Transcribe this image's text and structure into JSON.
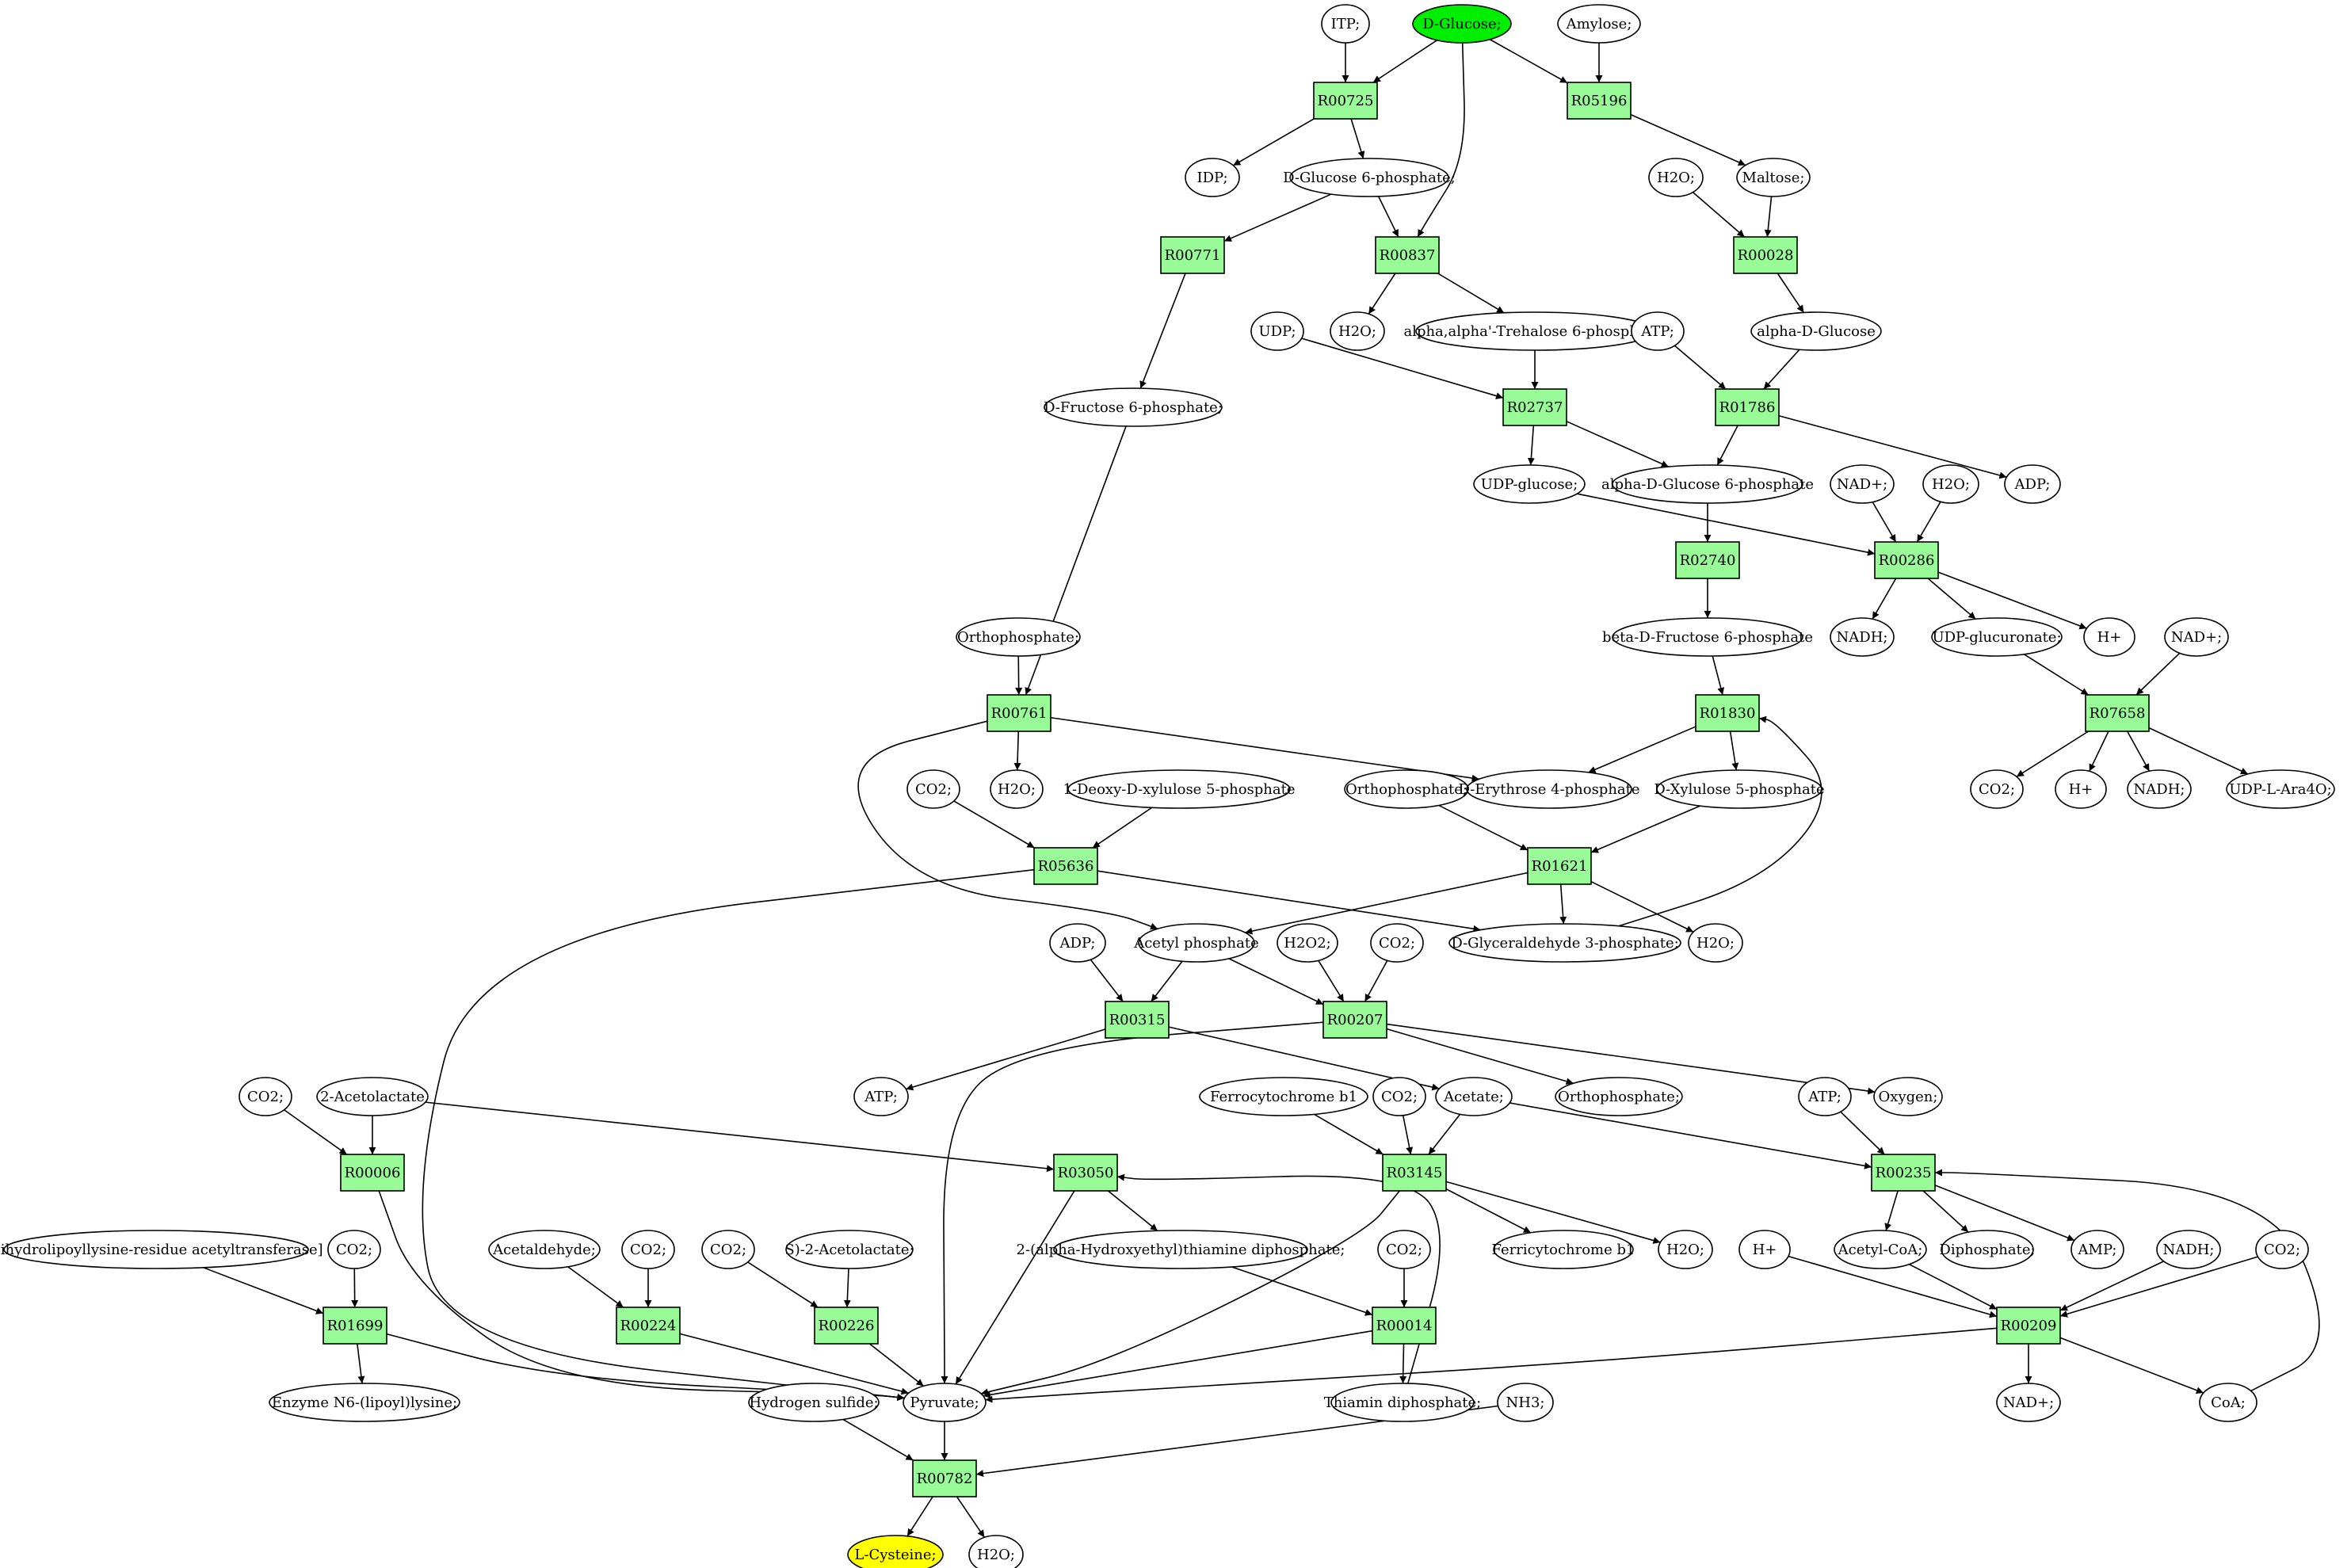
{
  "nodes": [
    {
      "id": "itp",
      "kind": "compound",
      "label": "ITP;"
    },
    {
      "id": "dglucose",
      "kind": "compound",
      "label": "D-Glucose;",
      "highlight": "#00ee00"
    },
    {
      "id": "amylose",
      "kind": "compound",
      "label": "Amylose;"
    },
    {
      "id": "R00725",
      "kind": "reaction",
      "label": "R00725"
    },
    {
      "id": "R05196",
      "kind": "reaction",
      "label": "R05196"
    },
    {
      "id": "idp",
      "kind": "compound",
      "label": "IDP;"
    },
    {
      "id": "g6p",
      "kind": "compound",
      "label": "D-Glucose 6-phosphate;"
    },
    {
      "id": "h2o_a",
      "kind": "compound",
      "label": "H2O;"
    },
    {
      "id": "maltose",
      "kind": "compound",
      "label": "Maltose;"
    },
    {
      "id": "R00771",
      "kind": "reaction",
      "label": "R00771"
    },
    {
      "id": "R00837",
      "kind": "reaction",
      "label": "R00837"
    },
    {
      "id": "R00028",
      "kind": "reaction",
      "label": "R00028"
    },
    {
      "id": "udp",
      "kind": "compound",
      "label": "UDP;"
    },
    {
      "id": "h2o_b",
      "kind": "compound",
      "label": "H2O;"
    },
    {
      "id": "trehalose6p",
      "kind": "compound",
      "label": "alpha,alpha'-Trehalose 6-phosphate;"
    },
    {
      "id": "atp_a",
      "kind": "compound",
      "label": "ATP;"
    },
    {
      "id": "aglucose",
      "kind": "compound",
      "label": "alpha-D-Glucose"
    },
    {
      "id": "f6p",
      "kind": "compound",
      "label": "D-Fructose 6-phosphate;"
    },
    {
      "id": "R02737",
      "kind": "reaction",
      "label": "R02737"
    },
    {
      "id": "R01786",
      "kind": "reaction",
      "label": "R01786"
    },
    {
      "id": "udpglucose",
      "kind": "compound",
      "label": "UDP-glucose;"
    },
    {
      "id": "ag6p",
      "kind": "compound",
      "label": "alpha-D-Glucose 6-phosphate"
    },
    {
      "id": "nad_a",
      "kind": "compound",
      "label": "NAD+;"
    },
    {
      "id": "h2o_c",
      "kind": "compound",
      "label": "H2O;"
    },
    {
      "id": "adp_a",
      "kind": "compound",
      "label": "ADP;"
    },
    {
      "id": "R02740",
      "kind": "reaction",
      "label": "R02740"
    },
    {
      "id": "R00286",
      "kind": "reaction",
      "label": "R00286"
    },
    {
      "id": "orthophosphate_a",
      "kind": "compound",
      "label": "Orthophosphate;"
    },
    {
      "id": "bf6p",
      "kind": "compound",
      "label": "beta-D-Fructose 6-phosphate"
    },
    {
      "id": "nadh_a",
      "kind": "compound",
      "label": "NADH;"
    },
    {
      "id": "udpglucuronate",
      "kind": "compound",
      "label": "UDP-glucuronate;"
    },
    {
      "id": "hplus_a",
      "kind": "compound",
      "label": "H+"
    },
    {
      "id": "nad_b",
      "kind": "compound",
      "label": "NAD+;"
    },
    {
      "id": "R00761",
      "kind": "reaction",
      "label": "R00761"
    },
    {
      "id": "R01830",
      "kind": "reaction",
      "label": "R01830"
    },
    {
      "id": "R07658",
      "kind": "reaction",
      "label": "R07658"
    },
    {
      "id": "co2_a",
      "kind": "compound",
      "label": "CO2;"
    },
    {
      "id": "h2o_d",
      "kind": "compound",
      "label": "H2O;"
    },
    {
      "id": "dxylulose5p_deoxy",
      "kind": "compound",
      "label": "1-Deoxy-D-xylulose 5-phosphate"
    },
    {
      "id": "orthophosphate_b",
      "kind": "compound",
      "label": "Orthophosphate;"
    },
    {
      "id": "erythrose4p",
      "kind": "compound",
      "label": "D-Erythrose 4-phosphate"
    },
    {
      "id": "xylulose5p",
      "kind": "compound",
      "label": "D-Xylulose 5-phosphate"
    },
    {
      "id": "co2_b",
      "kind": "compound",
      "label": "CO2;"
    },
    {
      "id": "hplus_b",
      "kind": "compound",
      "label": "H+"
    },
    {
      "id": "nadh_b",
      "kind": "compound",
      "label": "NADH;"
    },
    {
      "id": "udpara",
      "kind": "compound",
      "label": "UDP-L-Ara4O;"
    },
    {
      "id": "R05636",
      "kind": "reaction",
      "label": "R05636"
    },
    {
      "id": "R01621",
      "kind": "reaction",
      "label": "R01621"
    },
    {
      "id": "adp_b",
      "kind": "compound",
      "label": "ADP;"
    },
    {
      "id": "acetylp",
      "kind": "compound",
      "label": "Acetyl phosphate"
    },
    {
      "id": "h2o2",
      "kind": "compound",
      "label": "H2O2;"
    },
    {
      "id": "co2_c",
      "kind": "compound",
      "label": "CO2;"
    },
    {
      "id": "gap",
      "kind": "compound",
      "label": "D-Glyceraldehyde 3-phosphate;"
    },
    {
      "id": "h2o_e",
      "kind": "compound",
      "label": "H2O;"
    },
    {
      "id": "R00315",
      "kind": "reaction",
      "label": "R00315"
    },
    {
      "id": "R00207",
      "kind": "reaction",
      "label": "R00207"
    },
    {
      "id": "atp_b",
      "kind": "compound",
      "label": "ATP;"
    },
    {
      "id": "acetate",
      "kind": "compound",
      "label": "Acetate;"
    },
    {
      "id": "orthophosphate_c",
      "kind": "compound",
      "label": "Orthophosphate;"
    },
    {
      "id": "oxygen",
      "kind": "compound",
      "label": "Oxygen;"
    },
    {
      "id": "co2_d",
      "kind": "compound",
      "label": "CO2;"
    },
    {
      "id": "acetolactate2",
      "kind": "compound",
      "label": "2-Acetolactate"
    },
    {
      "id": "ferrocyt",
      "kind": "compound",
      "label": "Ferrocytochrome b1"
    },
    {
      "id": "co2_e",
      "kind": "compound",
      "label": "CO2;"
    },
    {
      "id": "atp_c",
      "kind": "compound",
      "label": "ATP;"
    },
    {
      "id": "R00006",
      "kind": "reaction",
      "label": "R00006"
    },
    {
      "id": "R03050",
      "kind": "reaction",
      "label": "R03050"
    },
    {
      "id": "R03145",
      "kind": "reaction",
      "label": "R03145"
    },
    {
      "id": "R00235",
      "kind": "reaction",
      "label": "R00235"
    },
    {
      "id": "dihydrolipoyl",
      "kind": "compound",
      "label": "Dihydrolipoyllysine-residue acetyltransferase]"
    },
    {
      "id": "co2_f",
      "kind": "compound",
      "label": "CO2;"
    },
    {
      "id": "acetaldehyde",
      "kind": "compound",
      "label": "Acetaldehyde;"
    },
    {
      "id": "co2_g",
      "kind": "compound",
      "label": "CO2;"
    },
    {
      "id": "co2_h",
      "kind": "compound",
      "label": "CO2;"
    },
    {
      "id": "sacetolactate",
      "kind": "compound",
      "label": "S)-2-Acetolactate;"
    },
    {
      "id": "hetpp",
      "kind": "compound",
      "label": "2-(alpha-Hydroxyethyl)thiamine diphosphate;"
    },
    {
      "id": "co2_i",
      "kind": "compound",
      "label": "CO2;"
    },
    {
      "id": "ferricyt",
      "kind": "compound",
      "label": "Ferricytochrome b1"
    },
    {
      "id": "h2o_f",
      "kind": "compound",
      "label": "H2O;"
    },
    {
      "id": "hplus_c",
      "kind": "compound",
      "label": "H+"
    },
    {
      "id": "acetylcoa",
      "kind": "compound",
      "label": "Acetyl-CoA;"
    },
    {
      "id": "diphosphate",
      "kind": "compound",
      "label": "Diphosphate;"
    },
    {
      "id": "amp",
      "kind": "compound",
      "label": "AMP;"
    },
    {
      "id": "nadh_c",
      "kind": "compound",
      "label": "NADH;"
    },
    {
      "id": "co2_j",
      "kind": "compound",
      "label": "CO2;"
    },
    {
      "id": "R01699",
      "kind": "reaction",
      "label": "R01699"
    },
    {
      "id": "R00224",
      "kind": "reaction",
      "label": "R00224"
    },
    {
      "id": "R00226",
      "kind": "reaction",
      "label": "R00226"
    },
    {
      "id": "R00014",
      "kind": "reaction",
      "label": "R00014"
    },
    {
      "id": "R00209",
      "kind": "reaction",
      "label": "R00209"
    },
    {
      "id": "lipoyllysine",
      "kind": "compound",
      "label": "Enzyme N6-(lipoyl)lysine;"
    },
    {
      "id": "hsulfide",
      "kind": "compound",
      "label": "Hydrogen sulfide;"
    },
    {
      "id": "pyruvate",
      "kind": "compound",
      "label": "Pyruvate;"
    },
    {
      "id": "thiamin",
      "kind": "compound",
      "label": "Thiamin diphosphate;"
    },
    {
      "id": "nh3",
      "kind": "compound",
      "label": "NH3;"
    },
    {
      "id": "nad_c",
      "kind": "compound",
      "label": "NAD+;"
    },
    {
      "id": "coa",
      "kind": "compound",
      "label": "CoA;"
    },
    {
      "id": "R00782",
      "kind": "reaction",
      "label": "R00782"
    },
    {
      "id": "lcysteine",
      "kind": "compound",
      "label": "L-Cysteine;",
      "highlight": "#ffff00"
    },
    {
      "id": "h2o_g",
      "kind": "compound",
      "label": "H2O;"
    }
  ],
  "edges": [
    [
      "itp",
      "R00725"
    ],
    [
      "dglucose",
      "R00725"
    ],
    [
      "dglucose",
      "R05196"
    ],
    [
      "amylose",
      "R05196"
    ],
    [
      "dglucose",
      "R00837"
    ],
    [
      "R00725",
      "idp"
    ],
    [
      "R00725",
      "g6p"
    ],
    [
      "R05196",
      "maltose"
    ],
    [
      "g6p",
      "R00771"
    ],
    [
      "g6p",
      "R00837"
    ],
    [
      "h2o_a",
      "R00028"
    ],
    [
      "maltose",
      "R00028"
    ],
    [
      "R00837",
      "h2o_b"
    ],
    [
      "R00837",
      "trehalose6p"
    ],
    [
      "R00028",
      "aglucose"
    ],
    [
      "R00771",
      "f6p"
    ],
    [
      "udp",
      "R02737"
    ],
    [
      "trehalose6p",
      "R02737"
    ],
    [
      "atp_a",
      "R01786"
    ],
    [
      "aglucose",
      "R01786"
    ],
    [
      "R02737",
      "udpglucose"
    ],
    [
      "R02737",
      "ag6p"
    ],
    [
      "R01786",
      "ag6p"
    ],
    [
      "R01786",
      "adp_a"
    ],
    [
      "ag6p",
      "R02740"
    ],
    [
      "udpglucose",
      "R00286"
    ],
    [
      "nad_a",
      "R00286"
    ],
    [
      "h2o_c",
      "R00286"
    ],
    [
      "R02740",
      "bf6p"
    ],
    [
      "R00286",
      "nadh_a"
    ],
    [
      "R00286",
      "udpglucuronate"
    ],
    [
      "R00286",
      "hplus_a"
    ],
    [
      "f6p",
      "R00761"
    ],
    [
      "orthophosphate_a",
      "R00761"
    ],
    [
      "bf6p",
      "R01830"
    ],
    [
      "udpglucuronate",
      "R07658"
    ],
    [
      "nad_b",
      "R07658"
    ],
    [
      "R00761",
      "h2o_d"
    ],
    [
      "R00761",
      "erythrose4p"
    ],
    [
      "R01830",
      "erythrose4p"
    ],
    [
      "R01830",
      "xylulose5p"
    ],
    [
      "R07658",
      "co2_b"
    ],
    [
      "R07658",
      "hplus_b"
    ],
    [
      "R07658",
      "nadh_b"
    ],
    [
      "R07658",
      "udpara"
    ],
    [
      "co2_a",
      "R05636"
    ],
    [
      "dxylulose5p_deoxy",
      "R05636"
    ],
    [
      "orthophosphate_b",
      "R01621"
    ],
    [
      "xylulose5p",
      "R01621"
    ],
    [
      "R00761",
      "acetylp"
    ],
    [
      "R05636",
      "gap"
    ],
    [
      "R01621",
      "acetylp"
    ],
    [
      "R01621",
      "gap"
    ],
    [
      "R01621",
      "h2o_e"
    ],
    [
      "gap",
      "R01830"
    ],
    [
      "adp_b",
      "R00315"
    ],
    [
      "acetylp",
      "R00315"
    ],
    [
      "acetylp",
      "R00207"
    ],
    [
      "h2o2",
      "R00207"
    ],
    [
      "co2_c",
      "R00207"
    ],
    [
      "R00315",
      "atp_b"
    ],
    [
      "R00315",
      "acetate"
    ],
    [
      "R00207",
      "orthophosphate_c"
    ],
    [
      "R00207",
      "oxygen"
    ],
    [
      "co2_d",
      "R00006"
    ],
    [
      "acetolactate2",
      "R00006"
    ],
    [
      "acetolactate2",
      "R03050"
    ],
    [
      "ferrocyt",
      "R03145"
    ],
    [
      "co2_e",
      "R03145"
    ],
    [
      "acetate",
      "R03145"
    ],
    [
      "acetate",
      "R00235"
    ],
    [
      "atp_c",
      "R00235"
    ],
    [
      "R03050",
      "hetpp"
    ],
    [
      "R03145",
      "ferricyt"
    ],
    [
      "R03145",
      "h2o_f"
    ],
    [
      "R00235",
      "acetylcoa"
    ],
    [
      "R00235",
      "diphosphate"
    ],
    [
      "R00235",
      "amp"
    ],
    [
      "dihydrolipoyl",
      "R01699"
    ],
    [
      "co2_f",
      "R01699"
    ],
    [
      "acetaldehyde",
      "R00224"
    ],
    [
      "co2_g",
      "R00224"
    ],
    [
      "co2_h",
      "R00226"
    ],
    [
      "sacetolactate",
      "R00226"
    ],
    [
      "hetpp",
      "R00014"
    ],
    [
      "co2_i",
      "R00014"
    ],
    [
      "hplus_c",
      "R00209"
    ],
    [
      "acetylcoa",
      "R00209"
    ],
    [
      "nadh_c",
      "R00209"
    ],
    [
      "co2_j",
      "R00209"
    ],
    [
      "coa",
      "R00235"
    ],
    [
      "R01699",
      "lipoyllysine"
    ],
    [
      "R00014",
      "thiamin"
    ],
    [
      "R00209",
      "nad_c"
    ],
    [
      "R00209",
      "coa"
    ],
    [
      "thiamin",
      "R03050"
    ],
    [
      "R05636",
      "pyruvate"
    ],
    [
      "R00207",
      "pyruvate"
    ],
    [
      "R00006",
      "pyruvate"
    ],
    [
      "R03050",
      "pyruvate"
    ],
    [
      "R03145",
      "pyruvate"
    ],
    [
      "R01699",
      "pyruvate"
    ],
    [
      "R00224",
      "pyruvate"
    ],
    [
      "R00226",
      "pyruvate"
    ],
    [
      "R00014",
      "pyruvate"
    ],
    [
      "R00209",
      "pyruvate"
    ],
    [
      "hsulfide",
      "R00782"
    ],
    [
      "pyruvate",
      "R00782"
    ],
    [
      "nh3",
      "R00782"
    ],
    [
      "R00782",
      "lcysteine"
    ],
    [
      "R00782",
      "h2o_g"
    ]
  ]
}
